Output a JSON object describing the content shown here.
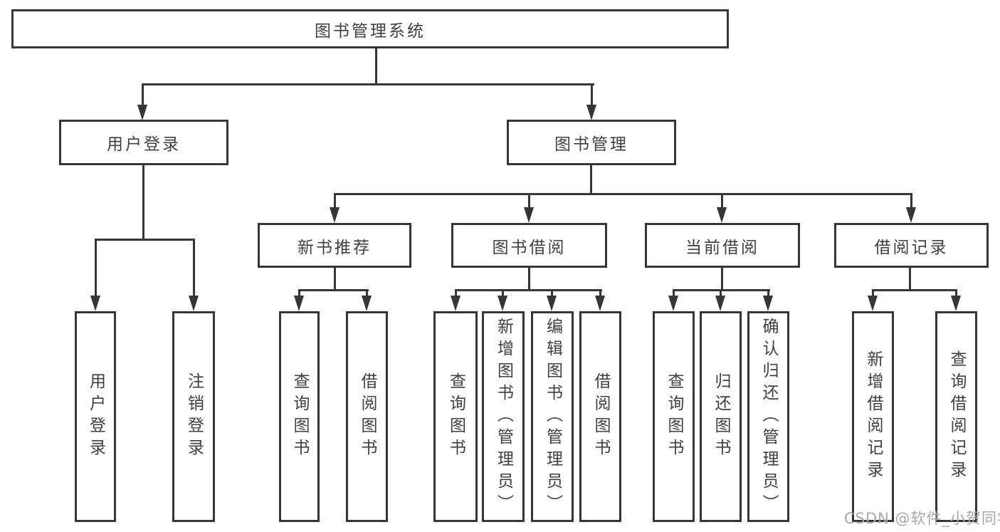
{
  "diagram": {
    "type": "tree",
    "title": "图书管理系统",
    "colors": {
      "line": "#363636",
      "box_border": "#363636",
      "box_fill": "#ffffff",
      "text": "#404040",
      "watermark_text": "#a8a8a8",
      "background": "#ffffff"
    },
    "tree": {
      "root": {
        "label": "图书管理系统",
        "children": [
          {
            "label": "用户登录",
            "children": [
              {
                "label": "用户登录"
              },
              {
                "label": "注销登录"
              }
            ]
          },
          {
            "label": "图书管理",
            "children": [
              {
                "label": "新书推荐",
                "children": [
                  {
                    "label": "查询图书"
                  },
                  {
                    "label": "借阅图书"
                  }
                ]
              },
              {
                "label": "图书借阅",
                "children": [
                  {
                    "label": "查询图书"
                  },
                  {
                    "label": "新增图书（管理员）"
                  },
                  {
                    "label": "编辑图书（管理员）"
                  },
                  {
                    "label": "借阅图书"
                  }
                ]
              },
              {
                "label": "当前借阅",
                "children": [
                  {
                    "label": "查询图书"
                  },
                  {
                    "label": "归还图书"
                  },
                  {
                    "label": "确认归还（管理员）"
                  }
                ]
              },
              {
                "label": "借阅记录",
                "children": [
                  {
                    "label": "新增借阅记录"
                  },
                  {
                    "label": "查询借阅记录"
                  }
                ]
              }
            ]
          }
        ]
      }
    },
    "watermark": {
      "text": "CSDN @软件_小贺同学"
    }
  }
}
